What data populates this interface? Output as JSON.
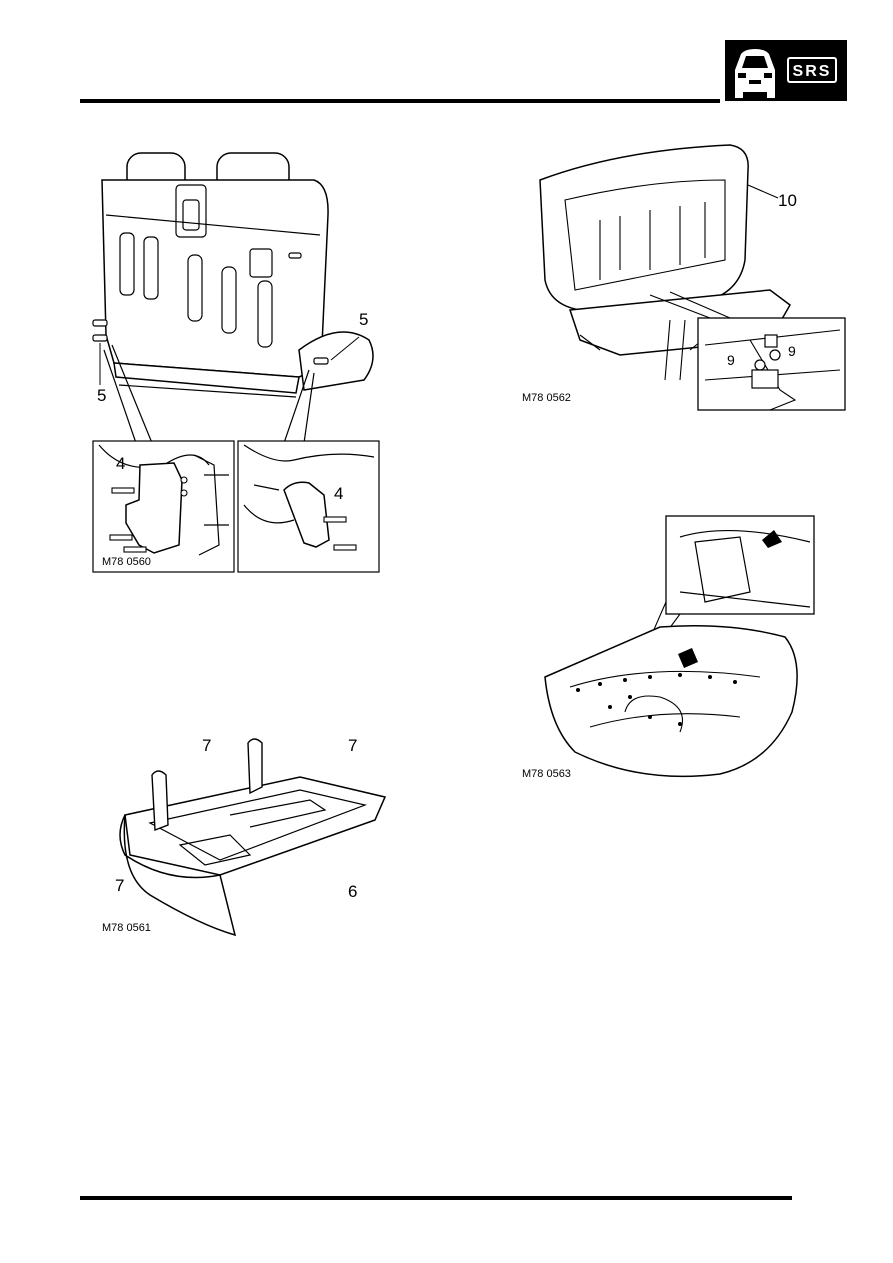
{
  "header": {
    "logo_text": "SRS"
  },
  "figures": [
    {
      "id": "fig1",
      "caption": "M78 0560",
      "callouts": [
        "5",
        "5",
        "4",
        "4"
      ]
    },
    {
      "id": "fig2",
      "caption": "M78 0562",
      "callouts": [
        "10",
        "9",
        "9"
      ]
    },
    {
      "id": "fig3",
      "caption": "M78 0561",
      "callouts": [
        "7",
        "7",
        "7",
        "6"
      ]
    },
    {
      "id": "fig4",
      "caption": "M78 0563",
      "callouts": []
    }
  ]
}
